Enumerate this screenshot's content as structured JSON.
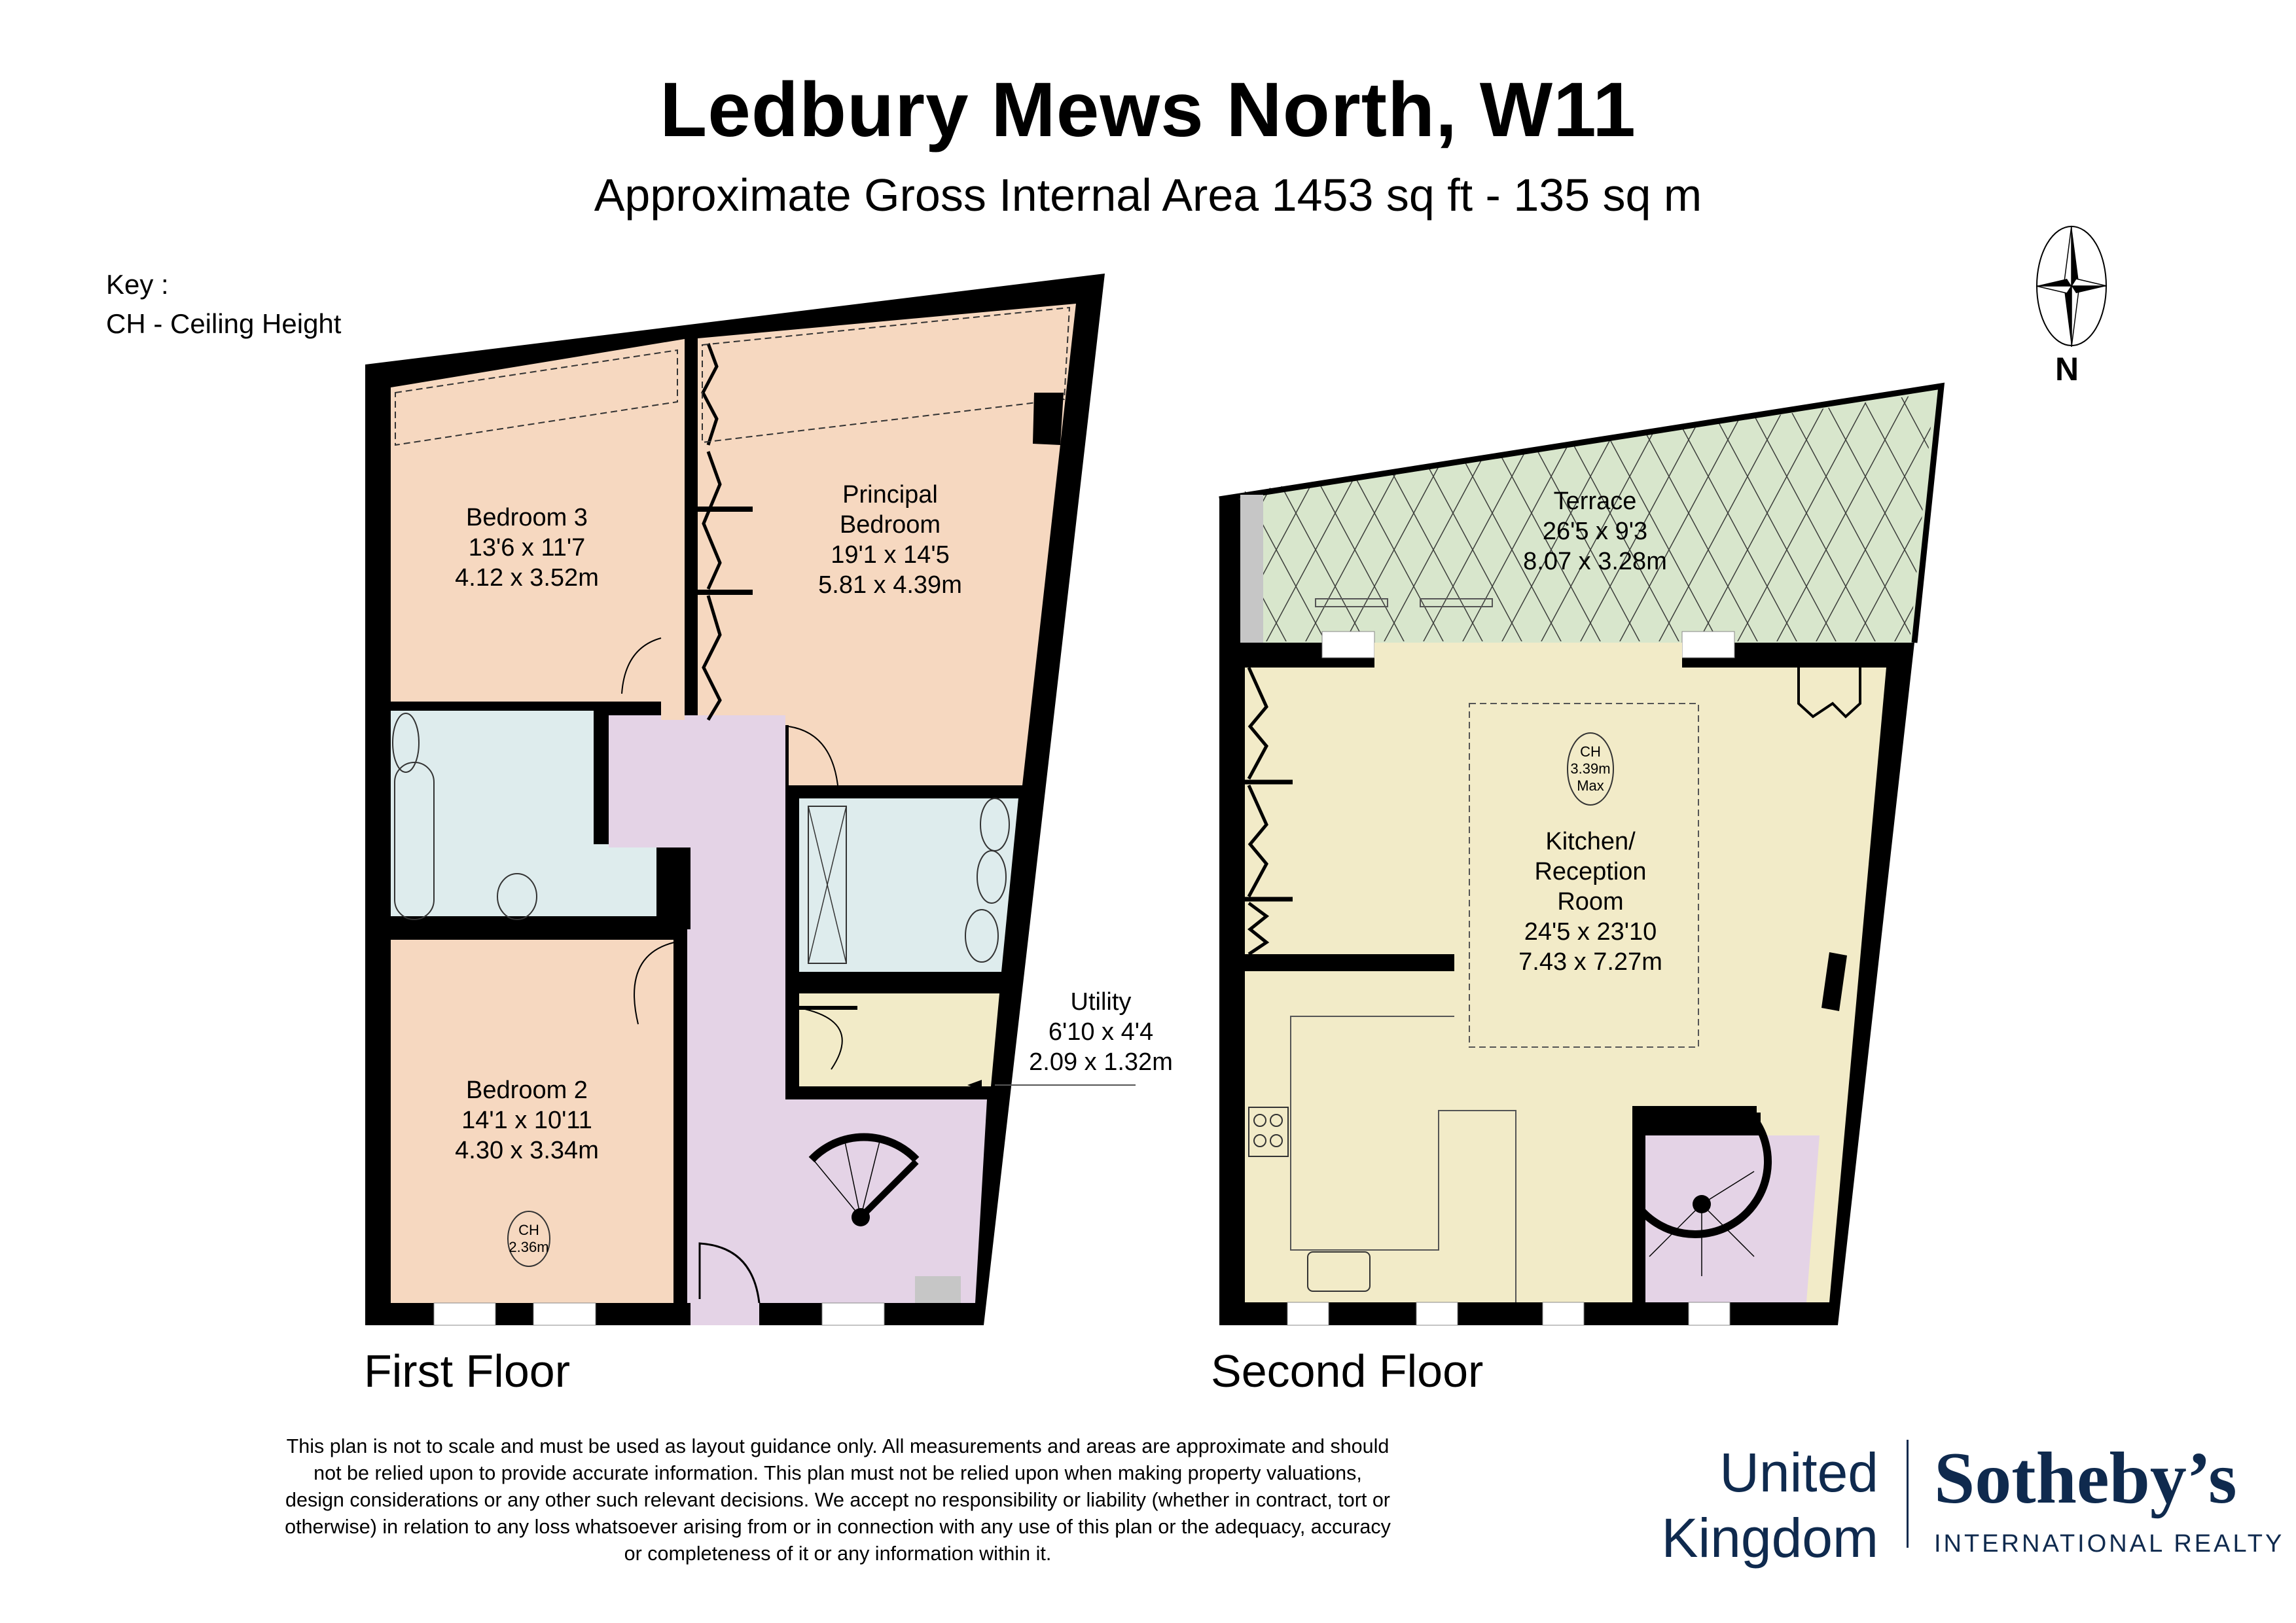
{
  "header": {
    "title": "Ledbury Mews North, W11",
    "subtitle": "Approximate Gross Internal Area 1453 sq ft - 135 sq m"
  },
  "key": {
    "heading": "Key :",
    "items": [
      "CH - Ceiling Height"
    ]
  },
  "compass": {
    "label": "N",
    "icon": "north-arrow-compass-icon"
  },
  "colors": {
    "bedroom": "#f6d8c0",
    "bathroom": "#deeced",
    "hallway": "#e4d3e6",
    "utility_kitchen": "#f2ebc8",
    "terrace": "#d8e6cc",
    "store": "#c6c6c6",
    "wall": "#000000",
    "brand_navy": "#0f2a4e"
  },
  "floors": [
    {
      "name": "First Floor",
      "rooms": [
        {
          "name": "Bedroom 3",
          "imperial": "13'6 x 11'7",
          "metric": "4.12 x 3.52m"
        },
        {
          "name": "Principal Bedroom",
          "name_lines": [
            "Principal",
            "Bedroom"
          ],
          "imperial": "19'1 x 14'5",
          "metric": "5.81 x 4.39m"
        },
        {
          "name": "Bedroom 2",
          "imperial": "14'1 x 10'11",
          "metric": "4.30 x 3.34m",
          "ceiling_height": {
            "label": "CH",
            "value": "2.36m"
          }
        },
        {
          "name": "Utility",
          "imperial": "6'10 x 4'4",
          "metric": "2.09 x 1.32m"
        }
      ]
    },
    {
      "name": "Second Floor",
      "rooms": [
        {
          "name": "Terrace",
          "imperial": "26'5 x 9'3",
          "metric": "8.07 x 3.28m"
        },
        {
          "name": "Kitchen/Reception Room",
          "name_lines": [
            "Kitchen/",
            "Reception",
            "Room"
          ],
          "imperial": "24'5 x 23'10",
          "metric": "7.43 x 7.27m",
          "ceiling_height": {
            "label": "CH",
            "value": "3.39m",
            "note": "Max"
          }
        }
      ]
    }
  ],
  "disclaimer": [
    "This plan is not to scale and must be used as layout guidance only. All measurements and areas are approximate and should",
    "not be relied upon to provide accurate information. This plan must not be relied upon when making property valuations,",
    "design considerations or any other such relevant decisions. We accept no responsibility or liability (whether in contract, tort or",
    "otherwise) in relation to any loss whatsoever arising from or in connection with any use of this plan or the adequacy, accuracy",
    "or completeness of it or any information within it."
  ],
  "branding": {
    "region_line1": "United",
    "region_line2": "Kingdom",
    "name": "Sotheby’s",
    "tagline": "INTERNATIONAL REALTY"
  }
}
